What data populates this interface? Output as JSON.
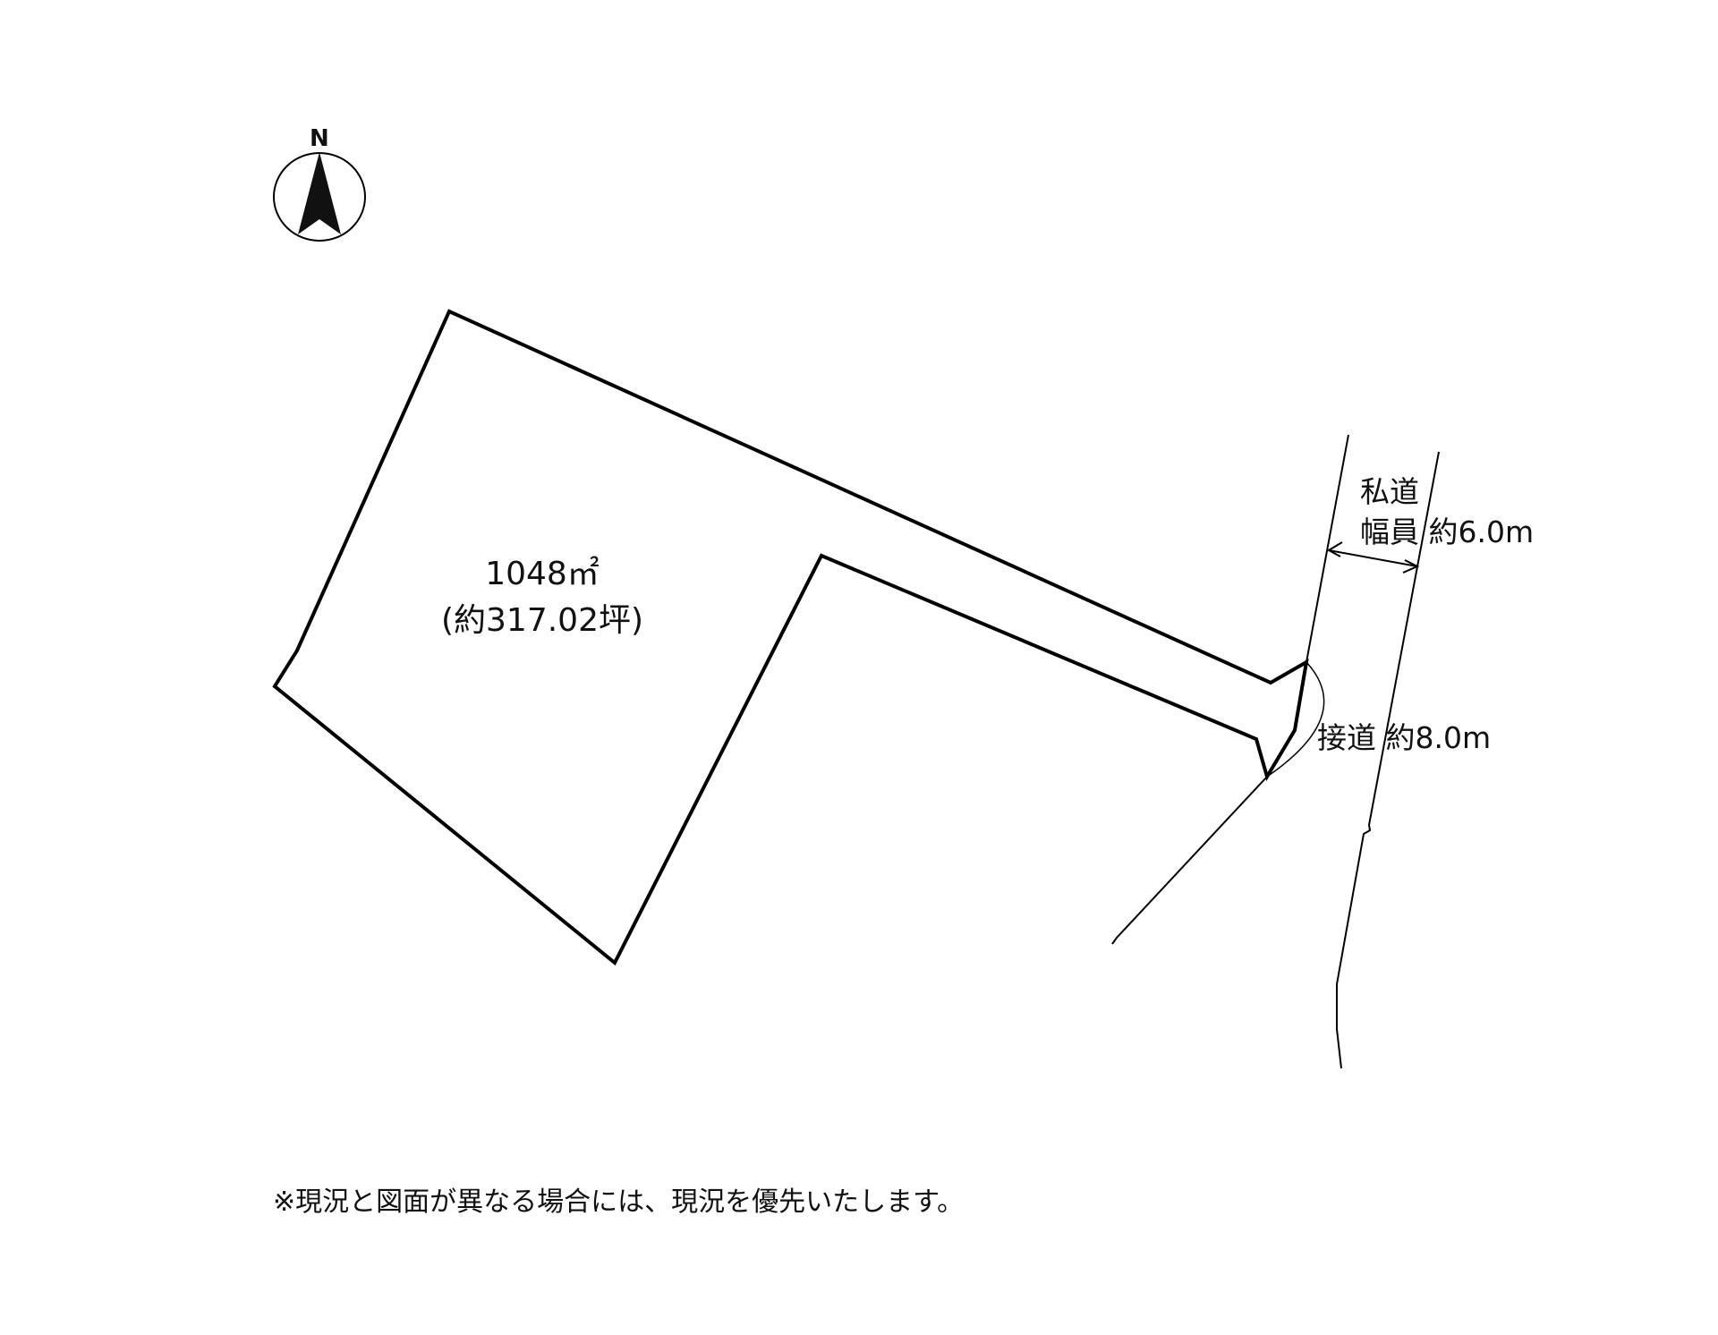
{
  "compass": {
    "label": "N"
  },
  "lot": {
    "area": "1048㎡",
    "area_tsubo": "(約317.02坪)"
  },
  "road": {
    "type_label": "私道",
    "width_label": "幅員 約6.0m",
    "frontage_label": "接道 約8.0m"
  },
  "footnote": "※現況と図面が異なる場合には、現況を優先いたします。",
  "colors": {
    "line": "#000000",
    "background": "#ffffff"
  }
}
